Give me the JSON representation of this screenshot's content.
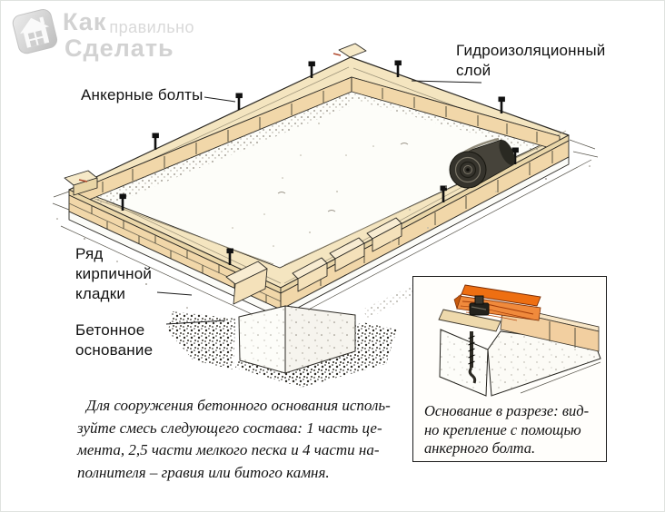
{
  "page": {
    "background": "#ffffff",
    "border_color": "#dfe3df"
  },
  "logo": {
    "word1": "Как",
    "word2": "правильно",
    "word3": "Сделать",
    "color": "#d2d2d2"
  },
  "icons": {
    "logo": "house-logo-icon",
    "bolt": "anchor-bolt-icon",
    "roll": "waterproofing-roll-icon"
  },
  "labels": {
    "waterproofing": "Гидроизоляционный\nслой",
    "anchor_bolts": "Анкерные болты",
    "brick_row": "Ряд\nкирпичной\nкладки",
    "concrete_base": "Бетонное\nоснование"
  },
  "note": {
    "text": "Для сооружения бетонного основания исполь-\nзуйте смесь следующего состава: 1 часть це-\nмента, 2,5 части мелкого песка и 4 части на-\nполнителя – гравия или битого камня."
  },
  "inset": {
    "caption": "Основание в разрезе: вид-\nно крепление с помощью\nанкерного болта."
  },
  "colors": {
    "brick": "#f1d7a9",
    "brick_light": "#f4e1ba",
    "brick_top": "#f8ecd2",
    "sill": "#f4e5c0",
    "sill_side": "#ead6a8",
    "outline": "#2a2823",
    "courtyard": "#fdfdf9",
    "footing": "#fbfbf7",
    "beam_top": "#ee6f12",
    "beam_side": "#f08a3c",
    "roll_body": "#46433a",
    "roll_face": "#35332c",
    "logo_gray": "#d2d2d2",
    "text": "#111111"
  }
}
